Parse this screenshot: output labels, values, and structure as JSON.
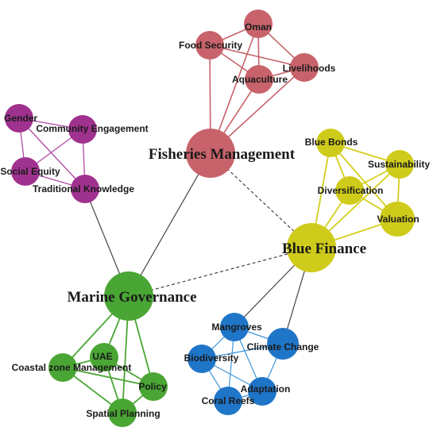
{
  "colors": {
    "fisheries": "#c8636b",
    "fisheries_edge": "#c8636b",
    "social": "#a0328f",
    "social_edge": "#b14aa3",
    "finance": "#cfcb1b",
    "finance_edge": "#d4cf1c",
    "governance": "#4aa634",
    "governance_edge": "#4aa634",
    "climate": "#1f75c7",
    "climate_edge": "#3d95db",
    "hub_link": "#444444"
  },
  "hubs": {
    "fisheries": "Fisheries Management",
    "finance": "Blue Finance",
    "governance": "Marine Governance"
  },
  "clusters": {
    "fisheries": [
      "Oman",
      "Food Security",
      "Aquaculture",
      "Livelihoods"
    ],
    "social": [
      "Gender",
      "Community Engagement",
      "Social Equity",
      "Traditional Knowledge"
    ],
    "finance": [
      "Blue Bonds",
      "Sustainability",
      "Diversification",
      "Valuation"
    ],
    "governance": [
      "UAE",
      "Coastal zone Management",
      "Policy",
      "Spatial Planning"
    ],
    "climate": [
      "Mangroves",
      "Climate Change",
      "Biodiversity",
      "Adaptation",
      "Coral Reefs"
    ]
  }
}
